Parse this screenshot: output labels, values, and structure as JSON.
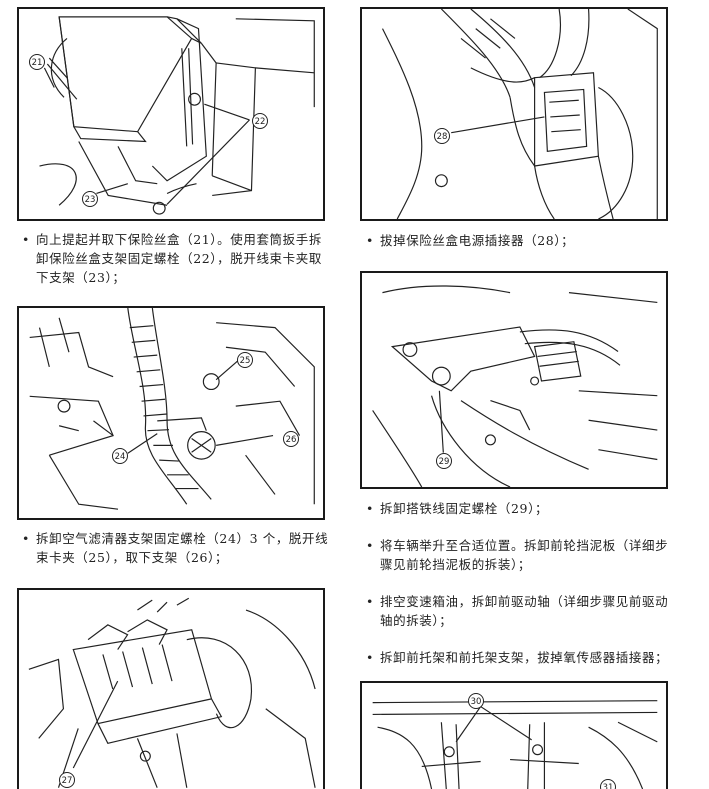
{
  "left_column": {
    "fig_top": {
      "callouts": {
        "c21": "21",
        "c22": "22",
        "c23": "23"
      }
    },
    "step_fuse_box": "向上提起并取下保险丝盒（21）。使用套筒扳手拆卸保险丝盒支架固定螺栓（22），脱开线束卡夹取下支架（23）；",
    "fig_middle": {
      "callouts": {
        "c24": "24",
        "c25": "25",
        "c26": "26"
      }
    },
    "step_air_filter": "拆卸空气滤清器支架固定螺栓（24）3 个，脱开线束卡夹（25），取下支架（26）；",
    "fig_bottom": {
      "callouts": {
        "c27": "27"
      }
    }
  },
  "right_column": {
    "fig_top": {
      "callouts": {
        "c28": "28"
      }
    },
    "step_power_connector": "拔掉保险丝盒电源插接器（28）；",
    "fig_middle": {
      "callouts": {
        "c29": "29"
      }
    },
    "step_ground_strap": "拆卸搭铁线固定螺栓（29）；",
    "step_lift_vehicle": "将车辆举升至合适位置。拆卸前轮挡泥板（详细步骤见前轮挡泥板的拆装）；",
    "step_drain_oil": "排空变速箱油，拆卸前驱动轴（详细步骤见前驱动轴的拆装）；",
    "step_subframe": "拆卸前托架和前托架支架，拔掉氧传感器插接器；",
    "fig_bottom": {
      "callouts": {
        "c30": "30",
        "c31": "31"
      }
    }
  },
  "bullet_symbol": "•"
}
